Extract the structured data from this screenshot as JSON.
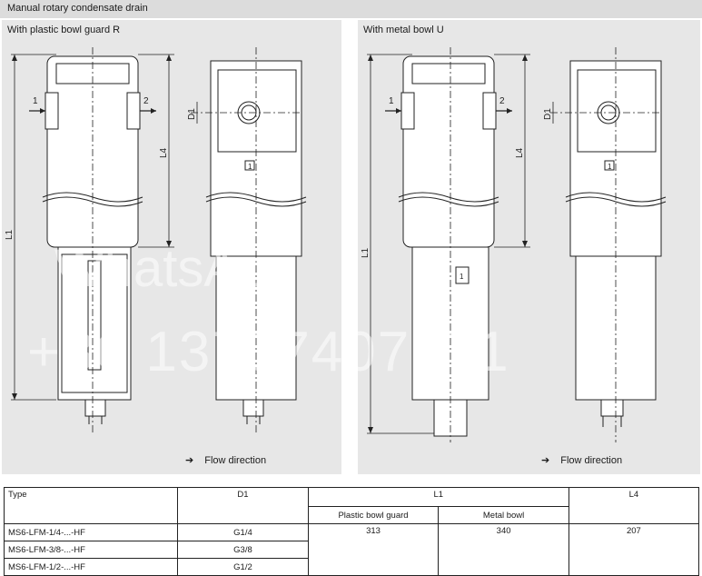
{
  "header": {
    "title": "Manual rotary condensate drain"
  },
  "panels": [
    {
      "title": "With plastic bowl guard R"
    },
    {
      "title": "With metal bowl U"
    }
  ],
  "labels": {
    "port_in": "1",
    "port_out": "2",
    "d1": "D1",
    "l1": "L1",
    "l4": "L4",
    "marker": "1"
  },
  "flow": {
    "arrow": "➔",
    "label": "Flow direction"
  },
  "watermark": {
    "line1": "WhatsApp",
    "line2": "+86 13707407771"
  },
  "table": {
    "headers": {
      "type": "Type",
      "d1": "D1",
      "l1": "L1",
      "l4": "L4",
      "plastic": "Plastic bowl guard",
      "metal": "Metal bowl"
    },
    "rows": [
      {
        "type": "MS6-LFM-1/4-...-HF",
        "d1": "G1/4"
      },
      {
        "type": "MS6-LFM-3/8-...-HF",
        "d1": "G3/8"
      },
      {
        "type": "MS6-LFM-1/2-...-HF",
        "d1": "G1/2"
      }
    ],
    "values": {
      "plastic": "313",
      "metal": "340",
      "l4": "207"
    }
  }
}
